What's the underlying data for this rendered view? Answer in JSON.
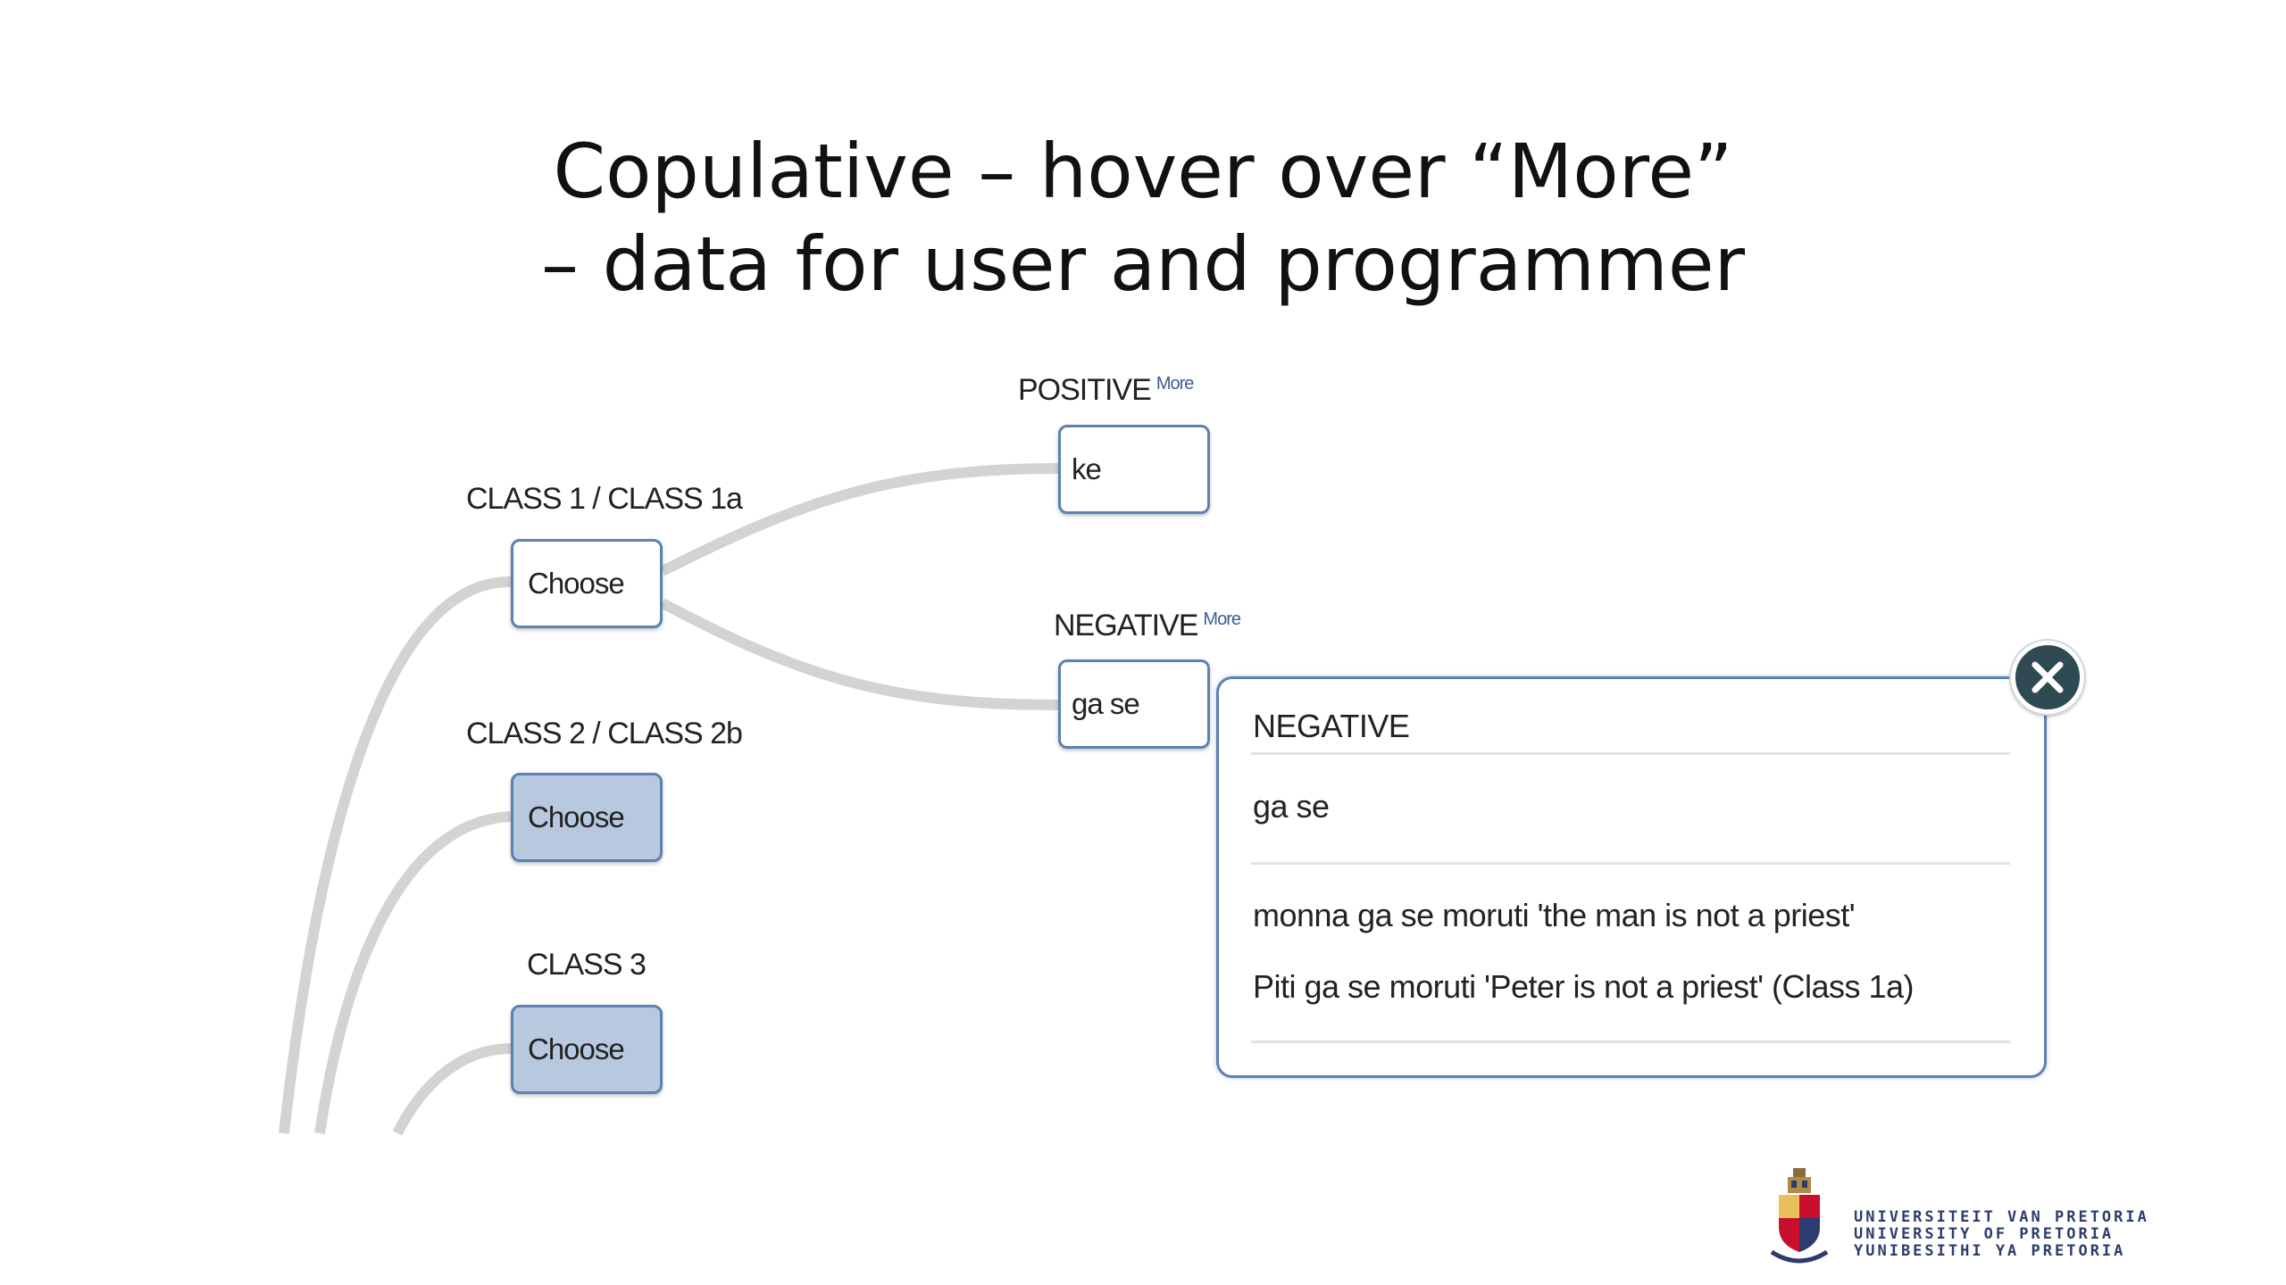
{
  "slide": {
    "title_line1": "Copulative – hover over “More”",
    "title_line2": "– data for user and programmer"
  },
  "tree": {
    "class_1": {
      "label": "CLASS 1 / CLASS 1a",
      "button": "Choose"
    },
    "class_2": {
      "label": "CLASS 2 / CLASS 2b",
      "button": "Choose"
    },
    "class_3": {
      "label": "CLASS 3",
      "button": "Choose"
    },
    "positive": {
      "label": "POSITIVE",
      "more": "More",
      "value": "ke"
    },
    "negative": {
      "label": "NEGATIVE",
      "more": "More",
      "value": "ga se"
    }
  },
  "popup": {
    "heading": "NEGATIVE",
    "form": "ga se",
    "example_1": "monna ga se moruti 'the man is not a priest'",
    "example_2": "Piti ga se moruti 'Peter is not a priest' (Class 1a)"
  },
  "logo": {
    "line1": "UNIVERSITEIT VAN PRETORIA",
    "line2": "UNIVERSITY OF PRETORIA",
    "line3": "YUNIBESITHI YA PRETORIA"
  },
  "colors": {
    "node_border": "#5b82b3",
    "node_selected_fill": "#b8c9df",
    "link_line": "#d3d3d3",
    "close_button": "#2f4a52"
  }
}
